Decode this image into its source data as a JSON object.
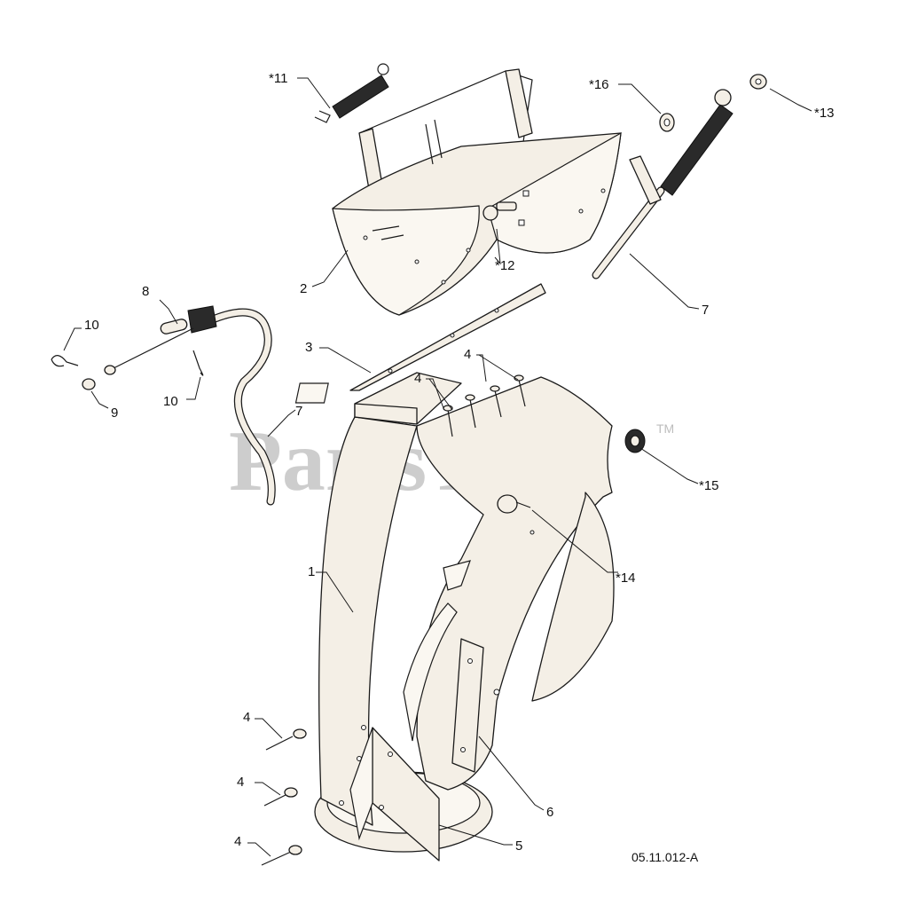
{
  "watermark": {
    "text": "PartsTree",
    "trademark": "TM"
  },
  "drawing_number": "05.11.012-A",
  "callouts": {
    "c11": "*11",
    "c16": "*16",
    "c13": "*13",
    "c2": "2",
    "c12": "*12",
    "c7_top": "7",
    "c8": "8",
    "c10_left": "10",
    "c9": "9",
    "c10_right": "10",
    "c3": "3",
    "c4_top_right": "4",
    "c4_top_left": "4",
    "c7_cable": "7",
    "c15": "*15",
    "c14": "*14",
    "c1": "1",
    "c4_rivet_1": "4",
    "c4_rivet_2": "4",
    "c4_rivet_3": "4",
    "c6": "6",
    "c5": "5"
  }
}
